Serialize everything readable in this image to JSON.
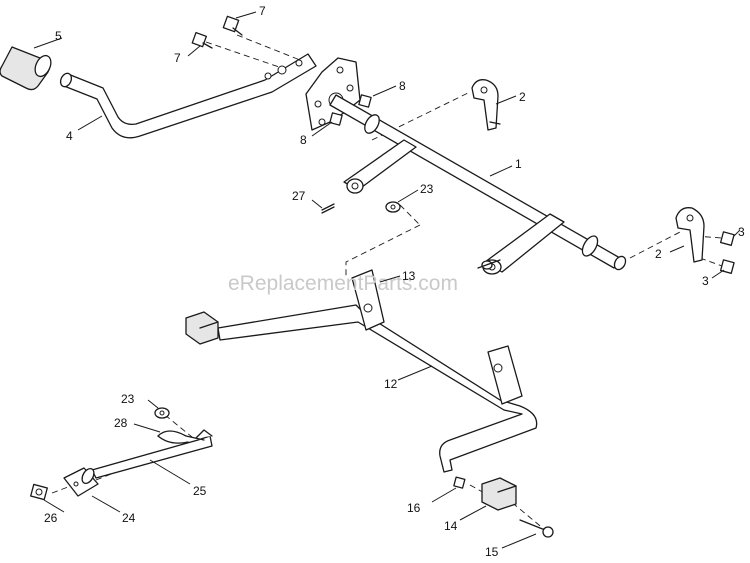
{
  "watermark": "eReplacementParts.com",
  "callouts": {
    "c1": "1",
    "c2a": "2",
    "c2b": "2",
    "c3a": "3",
    "c3b": "3",
    "c4": "4",
    "c5": "5",
    "c7a": "7",
    "c7b": "7",
    "c8a": "8",
    "c8b": "8",
    "c12": "12",
    "c13": "13",
    "c14": "14",
    "c15": "15",
    "c16": "16",
    "c23a": "23",
    "c23b": "23",
    "c24": "24",
    "c25": "25",
    "c26": "26",
    "c27": "27",
    "c28": "28"
  }
}
